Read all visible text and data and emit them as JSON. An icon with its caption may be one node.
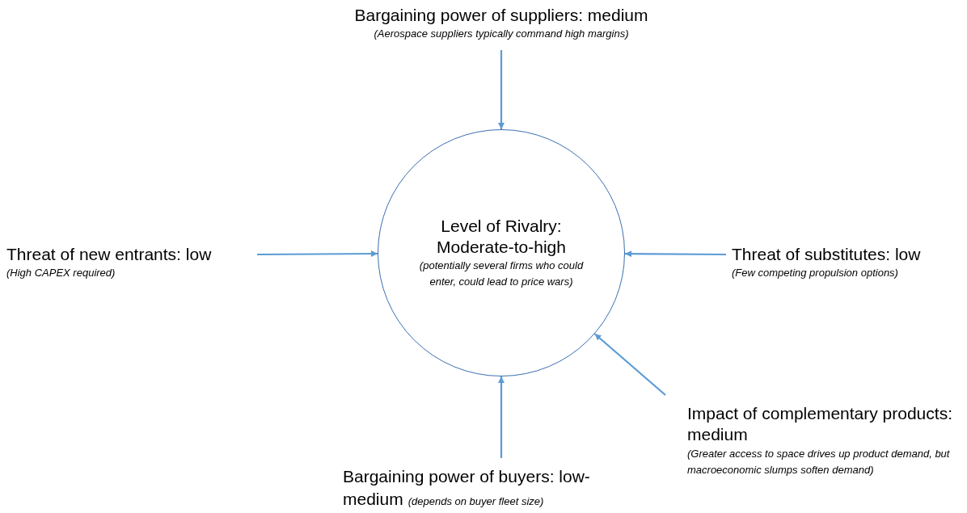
{
  "diagram": {
    "nodes": [
      {
        "text": [
          "Level of Rivalry: Moderate-to-high",
          "(potentially several firms who could enter, could lead to price wars)"
        ]
      },
      {
        "text": [
          "Bargaining power of suppliers: medium",
          "(Aerospace suppliers typically command high margins)"
        ]
      },
      {
        "text": [
          "Threat of new entrants: low",
          "(High CAPEX required)"
        ]
      },
      {
        "text": [
          "Threat of substitutes: low",
          "(Few competing propulsion options)"
        ]
      },
      {
        "text": [
          "Impact of complementary products: medium",
          "(Greater access to space drives up product demand, but macroeconomic slumps soften demand)"
        ]
      },
      {
        "text": [
          "Bargaining power of buyers: low-medium",
          "(depends on buyer fleet size)"
        ]
      }
    ],
    "edges": [
      {
        "from": 1,
        "to": 0,
        "arrow": "to"
      },
      {
        "from": 2,
        "to": 0,
        "arrow": "to"
      },
      {
        "from": 3,
        "to": 0,
        "arrow": "to"
      },
      {
        "from": 4,
        "to": 0,
        "arrow": "to"
      },
      {
        "from": 5,
        "to": 0,
        "arrow": "to"
      }
    ]
  }
}
